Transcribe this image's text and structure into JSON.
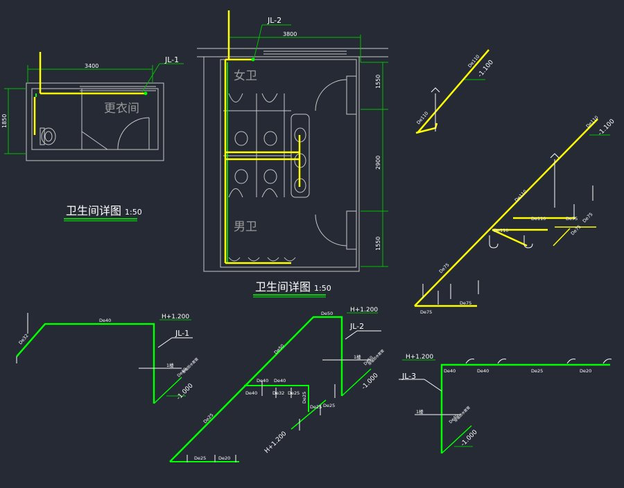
{
  "colors": {
    "background": "#252a34",
    "wall": "#c8c8c8",
    "pipe_supply": "#ffff00",
    "pipe_drain": "#00ff00",
    "dim_green": "#00c000",
    "text": "#ffffff"
  },
  "plan_left": {
    "riser_label": "JL-1",
    "dim_width": "3400",
    "dim_height": "1850",
    "room_label": "更衣间",
    "title": "卫生间详图",
    "scale": "1:50"
  },
  "plan_center": {
    "riser_label": "JL-2",
    "dim_width": "3800",
    "dim_top": "1550",
    "dim_mid": "2900",
    "dim_bot": "1550",
    "women_label": "女卫",
    "men_label": "男卫",
    "title": "卫生间详图",
    "scale": "1:50"
  },
  "iso_top_small": {
    "pipe_top": "De110",
    "pipe_bottom": "De110",
    "level": "-1.100"
  },
  "iso_right": {
    "pipe_top": "De110",
    "level": "-1.100",
    "pipe_mid": "De110",
    "pipe_branch1": "De110",
    "pipe_branch2": "De110",
    "pipe_branch3": "De75",
    "pipe_branch4": "De75",
    "pipe_branch5": "De75",
    "pipe_lower": "De75",
    "pipe_bottom1": "De75",
    "pipe_bottom2": "De75"
  },
  "supply_jl1": {
    "label": "JL-1",
    "level_top": "H+1.200",
    "pipe_main": "De40",
    "pipe_left": "De32",
    "floor": "1楼",
    "pipe_down": "De40",
    "sleeve": "穿墙防水套管",
    "level_bottom": "-1.000"
  },
  "supply_jl2": {
    "label": "JL-2",
    "level_top": "H+1.200",
    "pipe_top": "De50",
    "pipe_diag": "De50",
    "pipe_a": "De40",
    "pipe_b": "De40",
    "pipe_c": "De40",
    "pipe_d": "De32",
    "pipe_e": "De25",
    "pipe_f": "De25",
    "pipe_g": "De25",
    "pipe_h": "De25",
    "pipe_i": "De25",
    "pipe_low1": "De25",
    "pipe_low2": "De20",
    "level_low": "H+1.200",
    "floor": "1楼",
    "pipe_down": "De50",
    "sleeve": "穿墙防水套管",
    "level_bottom": "-1.000"
  },
  "supply_jl3": {
    "label": "JL-3",
    "level_top": "H+1.200",
    "pipe_1": "De40",
    "pipe_2": "De40",
    "pipe_3": "De25",
    "pipe_4": "De20",
    "floor": "1楼",
    "pipe_down": "De40",
    "sleeve": "穿墙防水套管",
    "level_bottom": "-1.000"
  }
}
